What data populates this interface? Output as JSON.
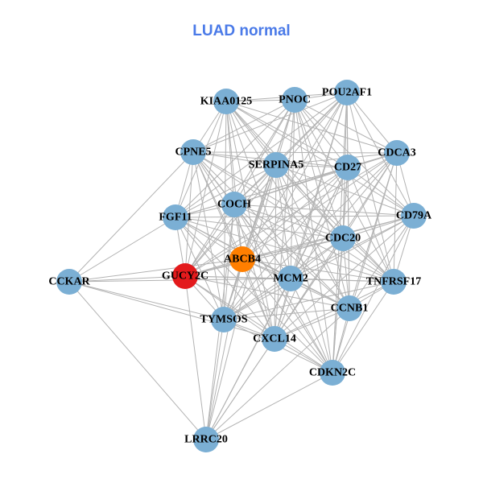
{
  "title": "LUAD normal",
  "title_color": "#4a7ae8",
  "edge_color": "#b3b3b3",
  "node_colors": {
    "default": "#7bafd4",
    "highlight_primary": "#e31a1c",
    "highlight_secondary": "#ff7f00"
  },
  "nodes": [
    {
      "id": "KIAA0125",
      "label": "KIAA0125",
      "type": "default"
    },
    {
      "id": "PNOC",
      "label": "PNOC",
      "type": "default"
    },
    {
      "id": "POU2AF1",
      "label": "POU2AF1",
      "type": "default"
    },
    {
      "id": "CPNE5",
      "label": "CPNE5",
      "type": "default"
    },
    {
      "id": "SERPINA5",
      "label": "SERPINA5",
      "type": "default"
    },
    {
      "id": "CD27",
      "label": "CD27",
      "type": "default"
    },
    {
      "id": "CDCA3",
      "label": "CDCA3",
      "type": "default"
    },
    {
      "id": "COCH",
      "label": "COCH",
      "type": "default"
    },
    {
      "id": "FGF11",
      "label": "FGF11",
      "type": "default"
    },
    {
      "id": "CD79A",
      "label": "CD79A",
      "type": "default"
    },
    {
      "id": "CDC20",
      "label": "CDC20",
      "type": "default"
    },
    {
      "id": "ABCB4",
      "label": "ABCB4",
      "type": "highlight_secondary"
    },
    {
      "id": "GUCY2C",
      "label": "GUCY2C",
      "type": "highlight_primary"
    },
    {
      "id": "CCKAR",
      "label": "CCKAR",
      "type": "default"
    },
    {
      "id": "MCM2",
      "label": "MCM2",
      "type": "default"
    },
    {
      "id": "TNFRSF17",
      "label": "TNFRSF17",
      "type": "default"
    },
    {
      "id": "CCNB1",
      "label": "CCNB1",
      "type": "default"
    },
    {
      "id": "TYMSOS",
      "label": "TYMSOS",
      "type": "default"
    },
    {
      "id": "CXCL14",
      "label": "CXCL14",
      "type": "default"
    },
    {
      "id": "CDKN2C",
      "label": "CDKN2C",
      "type": "default"
    },
    {
      "id": "LRRC20",
      "label": "LRRC20",
      "type": "default"
    }
  ],
  "edges": [
    [
      "KIAA0125",
      "PNOC"
    ],
    [
      "KIAA0125",
      "POU2AF1"
    ],
    [
      "KIAA0125",
      "CPNE5"
    ],
    [
      "KIAA0125",
      "SERPINA5"
    ],
    [
      "KIAA0125",
      "CD27"
    ],
    [
      "KIAA0125",
      "CDCA3"
    ],
    [
      "KIAA0125",
      "COCH"
    ],
    [
      "KIAA0125",
      "FGF11"
    ],
    [
      "KIAA0125",
      "CD79A"
    ],
    [
      "KIAA0125",
      "CDC20"
    ],
    [
      "KIAA0125",
      "ABCB4"
    ],
    [
      "KIAA0125",
      "GUCY2C"
    ],
    [
      "KIAA0125",
      "MCM2"
    ],
    [
      "KIAA0125",
      "TNFRSF17"
    ],
    [
      "KIAA0125",
      "CCNB1"
    ],
    [
      "KIAA0125",
      "TYMSOS"
    ],
    [
      "KIAA0125",
      "CXCL14"
    ],
    [
      "PNOC",
      "POU2AF1"
    ],
    [
      "PNOC",
      "CPNE5"
    ],
    [
      "PNOC",
      "SERPINA5"
    ],
    [
      "PNOC",
      "CD27"
    ],
    [
      "PNOC",
      "CDCA3"
    ],
    [
      "PNOC",
      "COCH"
    ],
    [
      "PNOC",
      "FGF11"
    ],
    [
      "PNOC",
      "CD79A"
    ],
    [
      "PNOC",
      "CDC20"
    ],
    [
      "PNOC",
      "ABCB4"
    ],
    [
      "PNOC",
      "GUCY2C"
    ],
    [
      "PNOC",
      "MCM2"
    ],
    [
      "PNOC",
      "TNFRSF17"
    ],
    [
      "PNOC",
      "CCNB1"
    ],
    [
      "PNOC",
      "TYMSOS"
    ],
    [
      "PNOC",
      "CXCL14"
    ],
    [
      "PNOC",
      "CDKN2C"
    ],
    [
      "POU2AF1",
      "CPNE5"
    ],
    [
      "POU2AF1",
      "SERPINA5"
    ],
    [
      "POU2AF1",
      "CD27"
    ],
    [
      "POU2AF1",
      "CDCA3"
    ],
    [
      "POU2AF1",
      "COCH"
    ],
    [
      "POU2AF1",
      "FGF11"
    ],
    [
      "POU2AF1",
      "CD79A"
    ],
    [
      "POU2AF1",
      "CDC20"
    ],
    [
      "POU2AF1",
      "ABCB4"
    ],
    [
      "POU2AF1",
      "GUCY2C"
    ],
    [
      "POU2AF1",
      "MCM2"
    ],
    [
      "POU2AF1",
      "TNFRSF17"
    ],
    [
      "POU2AF1",
      "CCNB1"
    ],
    [
      "POU2AF1",
      "TYMSOS"
    ],
    [
      "POU2AF1",
      "CXCL14"
    ],
    [
      "POU2AF1",
      "CDKN2C"
    ],
    [
      "CPNE5",
      "SERPINA5"
    ],
    [
      "CPNE5",
      "CD27"
    ],
    [
      "CPNE5",
      "CDCA3"
    ],
    [
      "CPNE5",
      "COCH"
    ],
    [
      "CPNE5",
      "FGF11"
    ],
    [
      "CPNE5",
      "CDC20"
    ],
    [
      "CPNE5",
      "ABCB4"
    ],
    [
      "CPNE5",
      "GUCY2C"
    ],
    [
      "CPNE5",
      "CCKAR"
    ],
    [
      "CPNE5",
      "MCM2"
    ],
    [
      "CPNE5",
      "TNFRSF17"
    ],
    [
      "CPNE5",
      "CCNB1"
    ],
    [
      "CPNE5",
      "TYMSOS"
    ],
    [
      "CPNE5",
      "CXCL14"
    ],
    [
      "CPNE5",
      "CDKN2C"
    ],
    [
      "SERPINA5",
      "CD27"
    ],
    [
      "SERPINA5",
      "CDCA3"
    ],
    [
      "SERPINA5",
      "COCH"
    ],
    [
      "SERPINA5",
      "FGF11"
    ],
    [
      "SERPINA5",
      "CD79A"
    ],
    [
      "SERPINA5",
      "CDC20"
    ],
    [
      "SERPINA5",
      "ABCB4"
    ],
    [
      "SERPINA5",
      "GUCY2C"
    ],
    [
      "SERPINA5",
      "MCM2"
    ],
    [
      "SERPINA5",
      "TNFRSF17"
    ],
    [
      "SERPINA5",
      "CCNB1"
    ],
    [
      "SERPINA5",
      "TYMSOS"
    ],
    [
      "SERPINA5",
      "CXCL14"
    ],
    [
      "SERPINA5",
      "CDKN2C"
    ],
    [
      "SERPINA5",
      "LRRC20"
    ],
    [
      "CD27",
      "CDCA3"
    ],
    [
      "CD27",
      "COCH"
    ],
    [
      "CD27",
      "FGF11"
    ],
    [
      "CD27",
      "CD79A"
    ],
    [
      "CD27",
      "CDC20"
    ],
    [
      "CD27",
      "ABCB4"
    ],
    [
      "CD27",
      "GUCY2C"
    ],
    [
      "CD27",
      "MCM2"
    ],
    [
      "CD27",
      "TNFRSF17"
    ],
    [
      "CD27",
      "CCNB1"
    ],
    [
      "CD27",
      "TYMSOS"
    ],
    [
      "CD27",
      "CXCL14"
    ],
    [
      "CD27",
      "CDKN2C"
    ],
    [
      "CD27",
      "LRRC20"
    ],
    [
      "CDCA3",
      "COCH"
    ],
    [
      "CDCA3",
      "FGF11"
    ],
    [
      "CDCA3",
      "CD79A"
    ],
    [
      "CDCA3",
      "CDC20"
    ],
    [
      "CDCA3",
      "ABCB4"
    ],
    [
      "CDCA3",
      "GUCY2C"
    ],
    [
      "CDCA3",
      "MCM2"
    ],
    [
      "CDCA3",
      "TNFRSF17"
    ],
    [
      "CDCA3",
      "CCNB1"
    ],
    [
      "CDCA3",
      "TYMSOS"
    ],
    [
      "CDCA3",
      "CXCL14"
    ],
    [
      "CDCA3",
      "CDKN2C"
    ],
    [
      "COCH",
      "FGF11"
    ],
    [
      "COCH",
      "CD79A"
    ],
    [
      "COCH",
      "CDC20"
    ],
    [
      "COCH",
      "ABCB4"
    ],
    [
      "COCH",
      "GUCY2C"
    ],
    [
      "COCH",
      "MCM2"
    ],
    [
      "COCH",
      "TNFRSF17"
    ],
    [
      "COCH",
      "CCNB1"
    ],
    [
      "COCH",
      "TYMSOS"
    ],
    [
      "COCH",
      "CXCL14"
    ],
    [
      "COCH",
      "CDKN2C"
    ],
    [
      "COCH",
      "LRRC20"
    ],
    [
      "FGF11",
      "CD79A"
    ],
    [
      "FGF11",
      "CDC20"
    ],
    [
      "FGF11",
      "ABCB4"
    ],
    [
      "FGF11",
      "GUCY2C"
    ],
    [
      "FGF11",
      "CCKAR"
    ],
    [
      "FGF11",
      "MCM2"
    ],
    [
      "FGF11",
      "TNFRSF17"
    ],
    [
      "FGF11",
      "CCNB1"
    ],
    [
      "FGF11",
      "TYMSOS"
    ],
    [
      "FGF11",
      "CXCL14"
    ],
    [
      "FGF11",
      "CDKN2C"
    ],
    [
      "CD79A",
      "CDC20"
    ],
    [
      "CD79A",
      "ABCB4"
    ],
    [
      "CD79A",
      "GUCY2C"
    ],
    [
      "CD79A",
      "MCM2"
    ],
    [
      "CD79A",
      "TNFRSF17"
    ],
    [
      "CD79A",
      "CCNB1"
    ],
    [
      "CD79A",
      "TYMSOS"
    ],
    [
      "CD79A",
      "CXCL14"
    ],
    [
      "CD79A",
      "CDKN2C"
    ],
    [
      "CDC20",
      "ABCB4"
    ],
    [
      "CDC20",
      "GUCY2C"
    ],
    [
      "CDC20",
      "MCM2"
    ],
    [
      "CDC20",
      "TNFRSF17"
    ],
    [
      "CDC20",
      "CCNB1"
    ],
    [
      "CDC20",
      "TYMSOS"
    ],
    [
      "CDC20",
      "CXCL14"
    ],
    [
      "CDC20",
      "CDKN2C"
    ],
    [
      "CDC20",
      "LRRC20"
    ],
    [
      "ABCB4",
      "GUCY2C"
    ],
    [
      "ABCB4",
      "CCKAR"
    ],
    [
      "ABCB4",
      "MCM2"
    ],
    [
      "ABCB4",
      "TNFRSF17"
    ],
    [
      "ABCB4",
      "CCNB1"
    ],
    [
      "ABCB4",
      "TYMSOS"
    ],
    [
      "ABCB4",
      "CXCL14"
    ],
    [
      "ABCB4",
      "CDKN2C"
    ],
    [
      "ABCB4",
      "LRRC20"
    ],
    [
      "GUCY2C",
      "CCKAR"
    ],
    [
      "GUCY2C",
      "MCM2"
    ],
    [
      "GUCY2C",
      "TNFRSF17"
    ],
    [
      "GUCY2C",
      "CCNB1"
    ],
    [
      "GUCY2C",
      "TYMSOS"
    ],
    [
      "GUCY2C",
      "CXCL14"
    ],
    [
      "GUCY2C",
      "CDKN2C"
    ],
    [
      "GUCY2C",
      "LRRC20"
    ],
    [
      "CCKAR",
      "MCM2"
    ],
    [
      "CCKAR",
      "TYMSOS"
    ],
    [
      "CCKAR",
      "CXCL14"
    ],
    [
      "CCKAR",
      "LRRC20"
    ],
    [
      "MCM2",
      "TNFRSF17"
    ],
    [
      "MCM2",
      "CCNB1"
    ],
    [
      "MCM2",
      "TYMSOS"
    ],
    [
      "MCM2",
      "CXCL14"
    ],
    [
      "MCM2",
      "CDKN2C"
    ],
    [
      "MCM2",
      "LRRC20"
    ],
    [
      "TNFRSF17",
      "CCNB1"
    ],
    [
      "TNFRSF17",
      "TYMSOS"
    ],
    [
      "TNFRSF17",
      "CXCL14"
    ],
    [
      "TNFRSF17",
      "CDKN2C"
    ],
    [
      "CCNB1",
      "TYMSOS"
    ],
    [
      "CCNB1",
      "CXCL14"
    ],
    [
      "CCNB1",
      "CDKN2C"
    ],
    [
      "CCNB1",
      "LRRC20"
    ],
    [
      "TYMSOS",
      "CXCL14"
    ],
    [
      "TYMSOS",
      "CDKN2C"
    ],
    [
      "TYMSOS",
      "LRRC20"
    ],
    [
      "CXCL14",
      "CDKN2C"
    ],
    [
      "CXCL14",
      "LRRC20"
    ],
    [
      "CDKN2C",
      "LRRC20"
    ]
  ]
}
